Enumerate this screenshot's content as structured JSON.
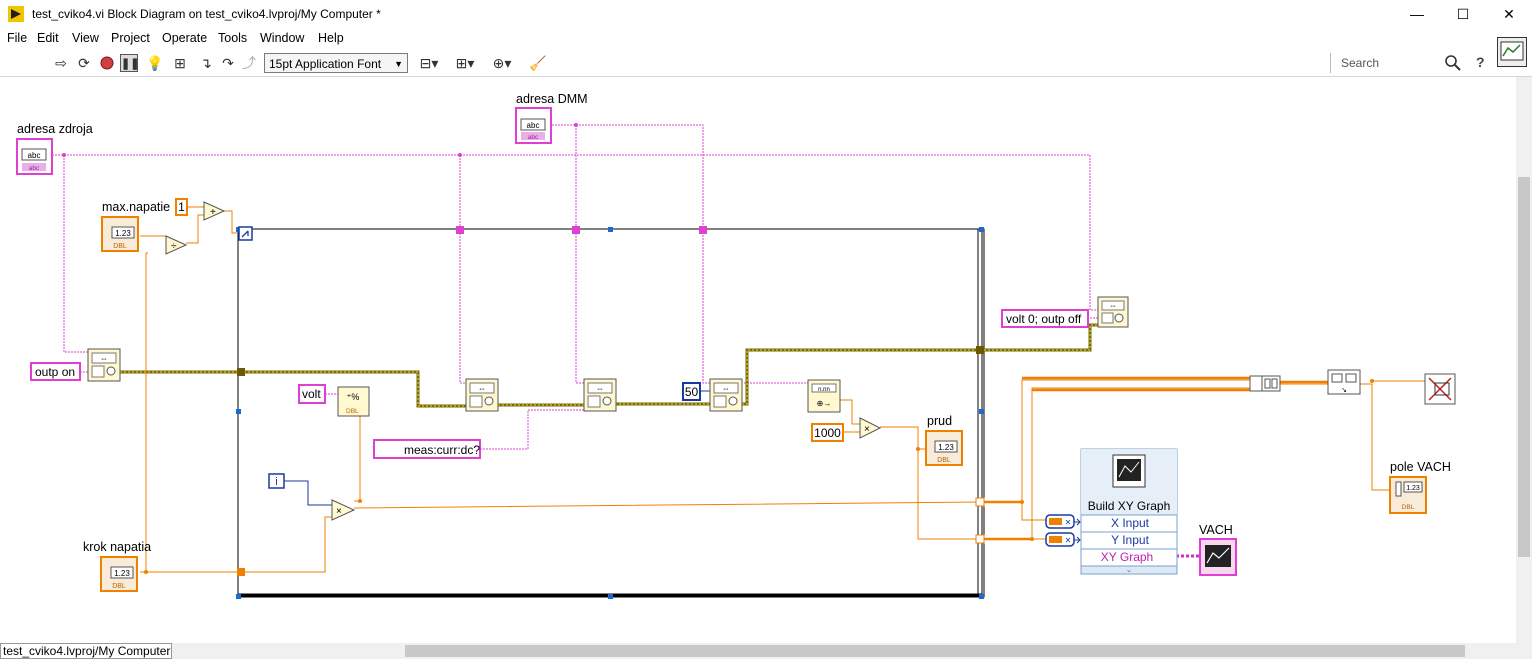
{
  "window": {
    "title": "test_cviko4.vi Block Diagram on test_cviko4.lvproj/My Computer *",
    "min_glyph": "—",
    "max_glyph": "☐",
    "close_glyph": "✕"
  },
  "menu": [
    "File",
    "Edit",
    "View",
    "Project",
    "Operate",
    "Tools",
    "Window",
    "Help"
  ],
  "toolbar": {
    "font": "15pt Application Font",
    "search_placeholder": "Search",
    "help_glyph": "?"
  },
  "diagram": {
    "labels": {
      "adresa_zdroja": "adresa zdroja",
      "adresa_dmm": "adresa DMM",
      "max_napatie": "max.napatie",
      "krok_napatia": "krok napatia",
      "prud": "prud",
      "vach": "VACH",
      "pole_vach": "pole VACH"
    },
    "constants": {
      "one": "1",
      "outp_on": "outp on",
      "volt": "volt",
      "meas": "meas:curr:dc?",
      "fifty": "50",
      "thousand": "1000",
      "volt_off": "volt 0; outp off",
      "loop_i": "i"
    },
    "terminal_types": {
      "abc": "abc",
      "num": "1.23",
      "dbl": "DBL"
    },
    "build_xy": {
      "title": "Build XY Graph",
      "rows": [
        "X Input",
        "Y Input",
        "XY Graph"
      ]
    }
  },
  "status": {
    "path": "test_cviko4.lvproj/My Computer"
  },
  "colors": {
    "string_wire": "#e040d0",
    "numeric_wire": "#f08000",
    "int_wire": "#0030a0",
    "error_wire": "#c8b400",
    "loop_border": "#000000"
  }
}
